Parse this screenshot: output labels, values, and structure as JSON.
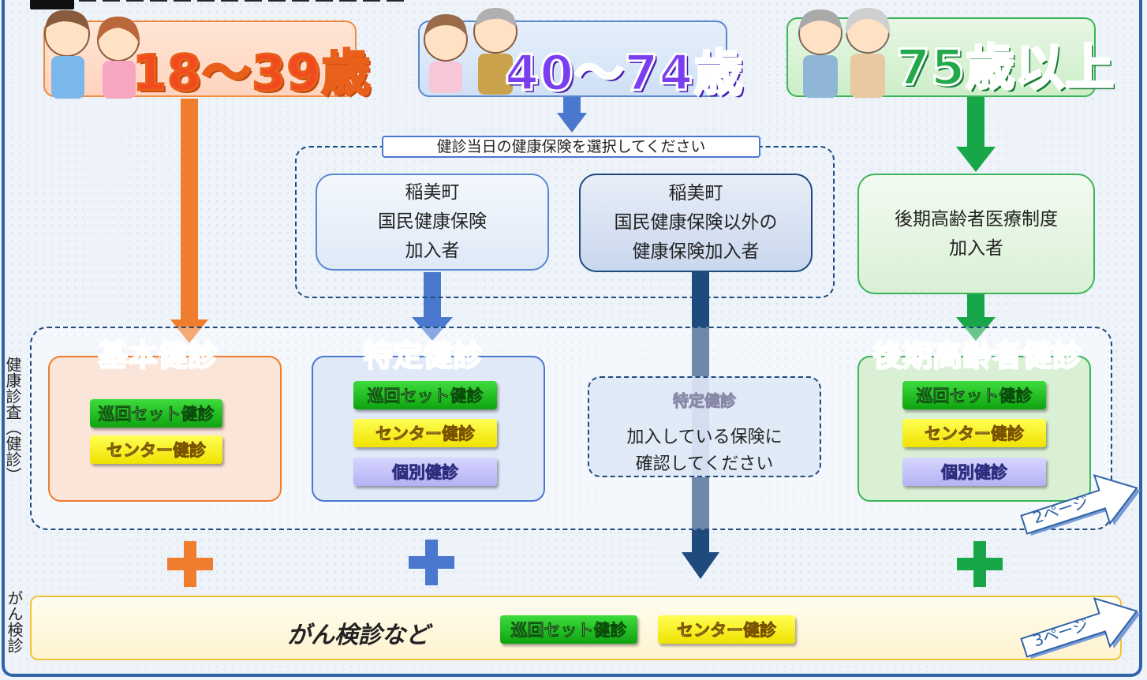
{
  "ages": {
    "young": "18〜39歳",
    "middle": "40〜74歳",
    "old": "75歳以上"
  },
  "select_prompt": "健診当日の健康保険を選択してください",
  "insurance": {
    "national": [
      "稲美町",
      "国民健康保険",
      "加入者"
    ],
    "other": [
      "稲美町",
      "国民健康保険以外の",
      "健康保険加入者"
    ],
    "elderly": [
      "後期高齢者医療制度",
      "加入者"
    ]
  },
  "groups": {
    "basic": {
      "title": "基本健診",
      "items": [
        "巡回セット健診",
        "センター健診"
      ]
    },
    "specific": {
      "title": "特定健診",
      "items": [
        "巡回セット健診",
        "センター健診",
        "個別健診"
      ]
    },
    "other": {
      "title": "特定健診",
      "lines": [
        "加入している保険に",
        "確認してください"
      ]
    },
    "elderly": {
      "title": "後期高齢者健診",
      "items": [
        "巡回セット健診",
        "センター健診",
        "個別健診"
      ]
    }
  },
  "side_labels": {
    "checkup": "健康診査（健診）",
    "cancer": "がん検診"
  },
  "cancer_row": {
    "title": "がん検診など",
    "items": [
      "巡回セット健診",
      "センター健診"
    ]
  },
  "page_refs": {
    "p2": "2ページ",
    "p3": "3ページ"
  },
  "colors": {
    "orange": "#f07d2d",
    "blue": "#4a78cf",
    "navy": "#1e4a7e",
    "green": "#17a648",
    "frame": "#2f63a6"
  }
}
